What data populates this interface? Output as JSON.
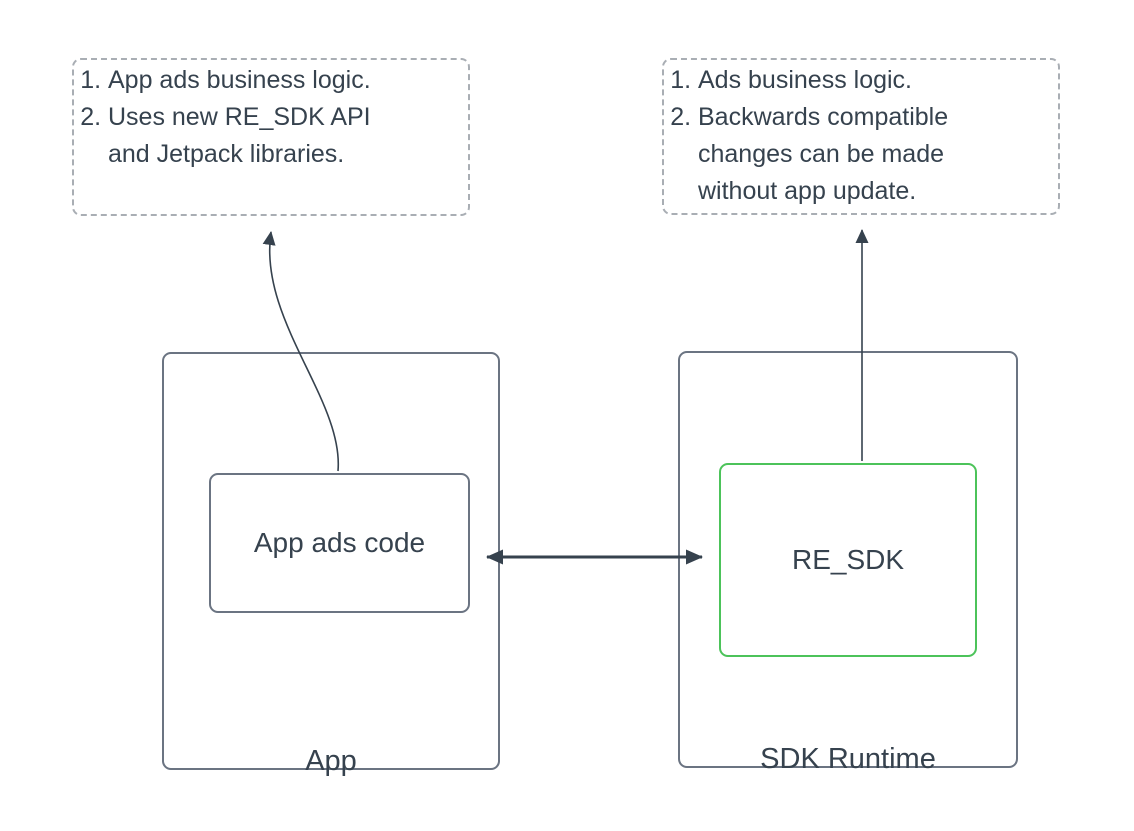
{
  "diagram": {
    "left_note": {
      "items": [
        "App ads business logic.",
        "Uses new RE_SDK API\nand Jetpack libraries."
      ]
    },
    "right_note": {
      "items": [
        "Ads business logic.",
        "Backwards compatible\nchanges can be made\nwithout app update."
      ]
    },
    "app_container": {
      "label": "App"
    },
    "app_ads_code_box": {
      "label": "App ads code"
    },
    "sdk_runtime_container": {
      "label": "SDK Runtime"
    },
    "re_sdk_box": {
      "label": "RE_SDK"
    },
    "arrows": [
      {
        "name": "app-ads-code-to-left-note",
        "type": "curved",
        "direction": "up"
      },
      {
        "name": "re-sdk-to-right-note",
        "type": "straight",
        "direction": "up"
      },
      {
        "name": "app-ads-code-re-sdk-link",
        "type": "straight",
        "direction": "both"
      }
    ],
    "colors": {
      "text_and_arrows": "#36424e",
      "container_border": "#6b7482",
      "green_border": "#4cc35a",
      "note_dashed_border": "#a9aeb4",
      "background": "#ffffff"
    }
  }
}
